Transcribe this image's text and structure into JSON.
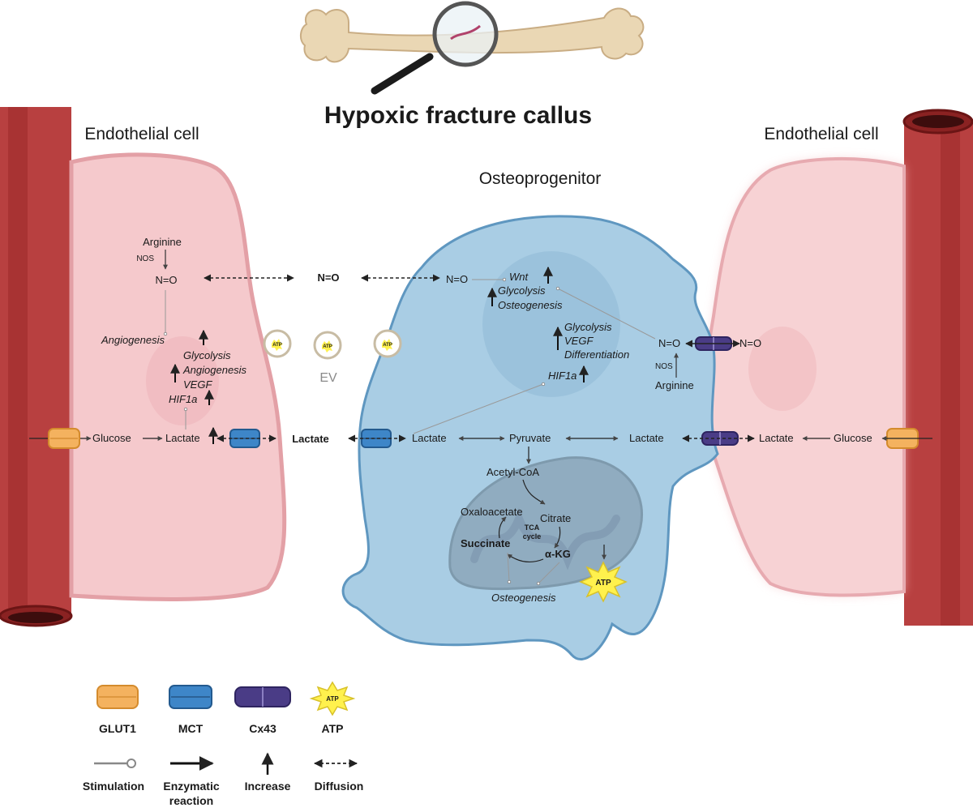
{
  "title": "Hypoxic fracture callus",
  "cells": {
    "left_endothelial": "Endothelial cell",
    "right_endothelial": "Endothelial cell",
    "osteoprogenitor": "Osteoprogenitor"
  },
  "left_cell": {
    "arginine": "Arginine",
    "nos": "NOS",
    "no": "N=O",
    "angiogenesis": "Angiogenesis",
    "glycolysis": "Glycolysis",
    "angiogenesis2": "Angiogenesis",
    "vegf": "VEGF",
    "hif1a": "HIF1a",
    "glucose": "Glucose",
    "lactate": "Lactate"
  },
  "extracellular": {
    "no": "N=O",
    "lactate": "Lactate",
    "ev": "EV"
  },
  "osteo": {
    "no": "N=O",
    "wnt": "Wnt",
    "glycolysis": "Glycolysis",
    "osteogenesis": "Osteogenesis",
    "glycolysis2": "Glycolysis",
    "vegf": "VEGF",
    "differentiation": "Differentiation",
    "hif1a": "HIF1a",
    "lactate_left": "Lactate",
    "pyruvate": "Pyruvate",
    "lactate_right": "Lactate",
    "acetyl_coa": "Acetyl-CoA",
    "oxaloacetate": "Oxaloacetate",
    "citrate": "Citrate",
    "tca1": "TCA",
    "tca2": "cycle",
    "succinate": "Succinate",
    "akg": "α-KG",
    "osteogenesis2": "Osteogenesis",
    "no_right": "N=O",
    "nos": "NOS",
    "arginine": "Arginine"
  },
  "right_cell": {
    "no": "N=O",
    "lactate": "Lactate",
    "glucose": "Glucose"
  },
  "atp_label": "ATP",
  "legend": {
    "glut1": "GLUT1",
    "mct": "MCT",
    "cx43": "Cx43",
    "atp": "ATP",
    "stimulation": "Stimulation",
    "enzymatic1": "Enzymatic",
    "enzymatic2": "reaction",
    "increase": "Increase",
    "diffusion": "Diffusion"
  },
  "colors": {
    "vessel": "#a93434",
    "endothelial": "#f5c9cc",
    "endothelial_border": "#e3a0a6",
    "osteo": "#a9cde4",
    "osteo_border": "#5f97c0",
    "glut1": "#f4b25f",
    "mct": "#3e86c8",
    "cx43": "#4a3c86",
    "atp": "#fff14d"
  }
}
